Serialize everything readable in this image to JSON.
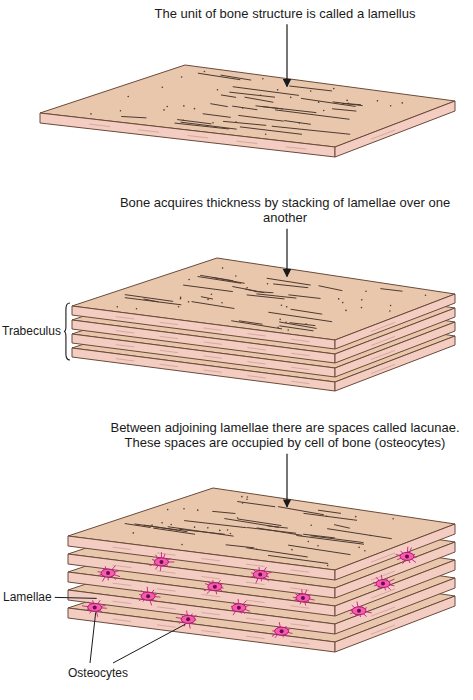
{
  "diagram": {
    "labels": [
      "The unit of bone structure is called a lamellus",
      "Bone acquires thickness by stacking of lamellae over one another",
      "Trabeculus",
      "Between adjoining lamellae there are spaces called lacunae. These spaces are occupied by cell of bone (osteocytes)",
      "Lamellae",
      "Osteocytes"
    ]
  }
}
